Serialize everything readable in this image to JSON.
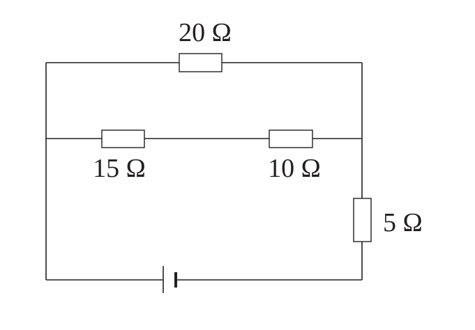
{
  "resistors": {
    "top": {
      "label": "20 Ω"
    },
    "middle_left": {
      "label": "15 Ω"
    },
    "middle_right": {
      "label": "10 Ω"
    },
    "right": {
      "label": "5 Ω"
    }
  },
  "colors": {
    "line": "#231f20",
    "background": "#ffffff"
  }
}
